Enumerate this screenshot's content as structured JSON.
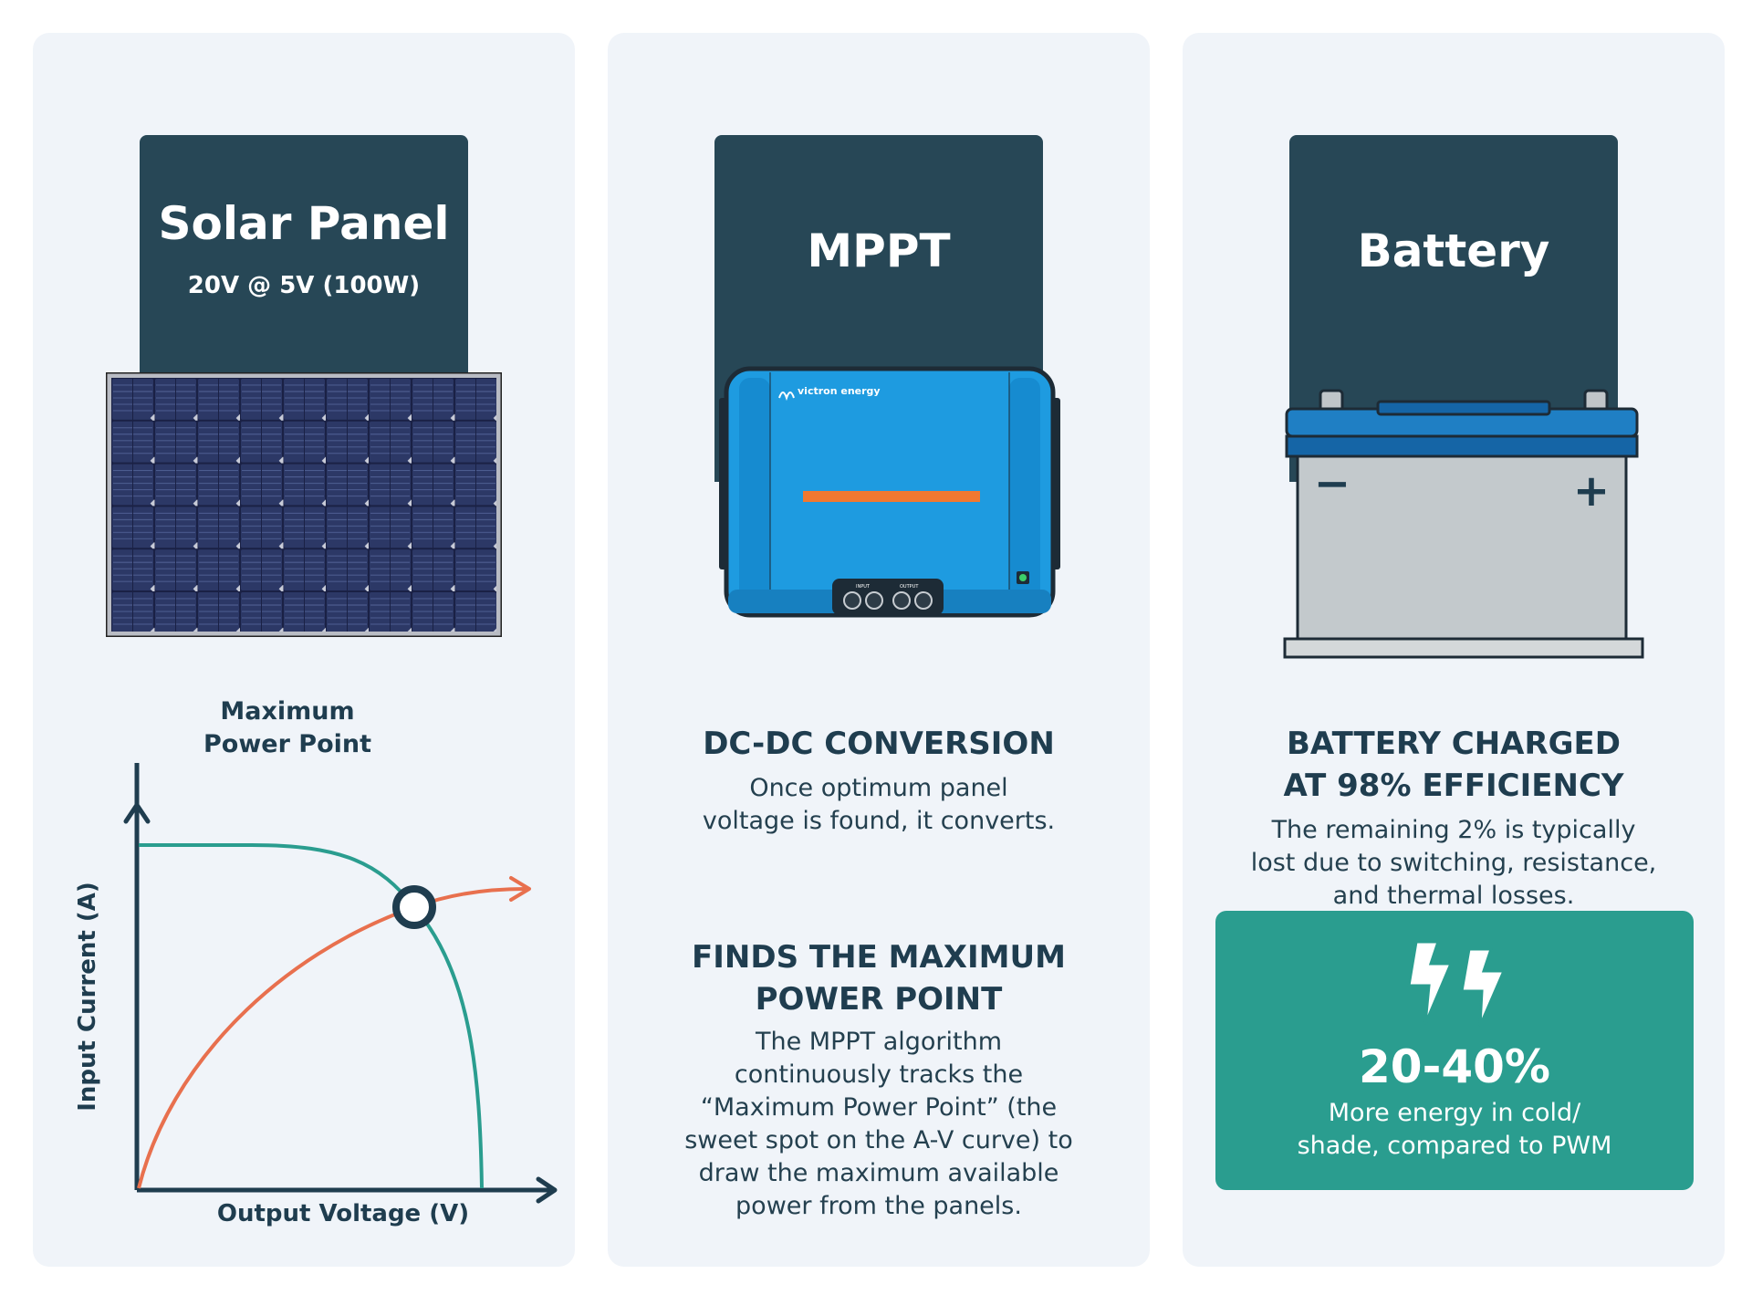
{
  "solar": {
    "title": "Solar Panel",
    "subtitle": "20V @ 5V (100W)",
    "graph": {
      "peak_label_line1": "Maximum",
      "peak_label_line2": "Power Point",
      "y_axis_label": "Input Current (A)",
      "x_axis_label": "Output  Voltage (V)"
    }
  },
  "mppt": {
    "title": "MPPT",
    "device_brand": "victron energy",
    "port_input": "INPUT",
    "port_output": "OUTPUT",
    "section1_heading": "DC-DC CONVERSION",
    "section1_lines": [
      "Once optimum panel",
      "voltage is found, it converts."
    ],
    "section2_heading_lines": [
      "FINDS THE MAXIMUM",
      "POWER POINT"
    ],
    "section2_lines": [
      "The MPPT algorithm",
      "continuously tracks the",
      "“Maximum Power Point” (the",
      "sweet spot on the A-V curve) to",
      "draw the maximum available",
      "power from the panels."
    ]
  },
  "battery": {
    "title": "Battery",
    "minus_symbol": "−",
    "plus_symbol": "+",
    "heading_lines": [
      "BATTERY CHARGED",
      "AT 98% EFFICIENCY"
    ],
    "body_lines": [
      "The remaining 2% is typically",
      "lost due to switching, resistance,",
      "and thermal losses."
    ],
    "stat": {
      "value": "20-40%",
      "desc_lines": [
        "More energy in cold/",
        "shade, compared to PWM"
      ]
    }
  },
  "colors": {
    "panel_bg": "#f0f4f9",
    "header_bg": "#274756",
    "mppt_blue": "#1e9be0",
    "accent_orange": "#f07830",
    "curve_teal": "#2a9d8f",
    "curve_orange": "#e8704e",
    "stat_bg": "#2a9d8f"
  }
}
